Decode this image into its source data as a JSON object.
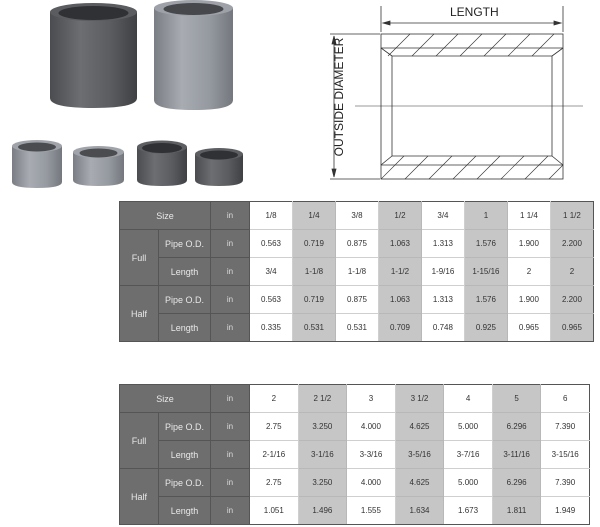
{
  "diagram": {
    "length_label": "LENGTH",
    "od_label": "OUTSIDE DIAMETER"
  },
  "table1": {
    "size_label": "Size",
    "unit": "in",
    "sizes": [
      "1/8",
      "1/4",
      "3/8",
      "1/2",
      "3/4",
      "1",
      "1 1/4",
      "1 1/2"
    ],
    "groups": [
      {
        "name": "Full",
        "rows": [
          {
            "label": "Pipe O.D.",
            "unit": "in",
            "values": [
              "0.563",
              "0.719",
              "0.875",
              "1.063",
              "1.313",
              "1.576",
              "1.900",
              "2.200"
            ]
          },
          {
            "label": "Length",
            "unit": "in",
            "values": [
              "3/4",
              "1-1/8",
              "1-1/8",
              "1-1/2",
              "1-9/16",
              "1-15/16",
              "2",
              "2"
            ]
          }
        ]
      },
      {
        "name": "Half",
        "rows": [
          {
            "label": "Pipe O.D.",
            "unit": "in",
            "values": [
              "0.563",
              "0.719",
              "0.875",
              "1.063",
              "1.313",
              "1.576",
              "1.900",
              "2.200"
            ]
          },
          {
            "label": "Length",
            "unit": "in",
            "values": [
              "0.335",
              "0.531",
              "0.531",
              "0.709",
              "0.748",
              "0.925",
              "0.965",
              "0.965"
            ]
          }
        ]
      }
    ]
  },
  "table2": {
    "size_label": "Size",
    "unit": "in",
    "sizes": [
      "2",
      "2 1/2",
      "3",
      "3 1/2",
      "4",
      "5",
      "6"
    ],
    "groups": [
      {
        "name": "Full",
        "rows": [
          {
            "label": "Pipe O.D.",
            "unit": "in",
            "values": [
              "2.75",
              "3.250",
              "4.000",
              "4.625",
              "5.000",
              "6.296",
              "7.390"
            ]
          },
          {
            "label": "Length",
            "unit": "in",
            "values": [
              "2-1/16",
              "3-1/16",
              "3-3/16",
              "3-5/16",
              "3-7/16",
              "3-11/16",
              "3-15/16"
            ]
          }
        ]
      },
      {
        "name": "Half",
        "rows": [
          {
            "label": "Pipe O.D.",
            "unit": "in",
            "values": [
              "2.75",
              "3.250",
              "4.000",
              "4.625",
              "5.000",
              "6.296",
              "7.390"
            ]
          },
          {
            "label": "Length",
            "unit": "in",
            "values": [
              "1.051",
              "1.496",
              "1.555",
              "1.634",
              "1.673",
              "1.811",
              "1.949"
            ]
          }
        ]
      }
    ]
  },
  "colors": {
    "header_bg": "#6e6e6e",
    "shaded_col": "#c6c6c6",
    "white_col": "#ffffff"
  }
}
